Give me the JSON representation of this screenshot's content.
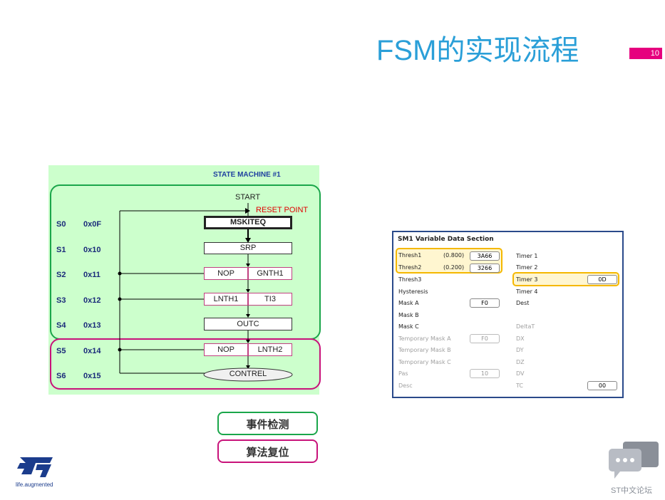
{
  "slide": {
    "title": "FSM的实现流程",
    "page_number": "10",
    "brand_tagline": "life.augmented",
    "forum_label": "ST中文论坛"
  },
  "state_machine": {
    "title": "STATE MACHINE #1",
    "start_label": "START",
    "reset_label": "RESET POINT",
    "states": [
      {
        "id": "S0",
        "addr": "0x0F"
      },
      {
        "id": "S1",
        "addr": "0x10"
      },
      {
        "id": "S2",
        "addr": "0x11"
      },
      {
        "id": "S3",
        "addr": "0x12"
      },
      {
        "id": "S4",
        "addr": "0x13"
      },
      {
        "id": "S5",
        "addr": "0x14"
      },
      {
        "id": "S6",
        "addr": "0x15"
      }
    ],
    "instructions": {
      "s0": "MSKITEQ",
      "s1": "SRP",
      "s2_a": "NOP",
      "s2_b": "GNTH1",
      "s3_a": "LNTH1",
      "s3_b": "TI3",
      "s4": "OUTC",
      "s5_a": "NOP",
      "s5_b": "LNTH2",
      "s6": "CONTREL"
    }
  },
  "data_section": {
    "title": "SM1 Variable Data Section",
    "left_labels": {
      "thresh1": "Thresh1",
      "thresh1_val": "(0.800)",
      "thresh1_hex": "3A66",
      "thresh2": "Thresh2",
      "thresh2_val": "(0.200)",
      "thresh2_hex": "3266",
      "thresh3": "Thresh3",
      "hysteresis": "Hysteresis",
      "mask_a": "Mask A",
      "mask_a_val": "F0",
      "mask_b": "Mask B",
      "mask_c": "Mask C",
      "tmask_a": "Temporary Mask A",
      "tmask_a_val": "F0",
      "tmask_b": "Temporary Mask B",
      "tmask_c": "Temporary Mask C",
      "pas": "Pas",
      "pas_val": "10",
      "desc": "Desc"
    },
    "right_labels": {
      "timer1": "Timer 1",
      "timer2": "Timer 2",
      "timer3": "Timer 3",
      "timer3_val": "0D",
      "timer4": "Timer 4",
      "dest": "Dest",
      "deltat": "DeltaT",
      "dx": "DX",
      "dy": "DY",
      "dz": "DZ",
      "dv": "DV",
      "tc": "TC",
      "tc_val": "00"
    }
  },
  "legend": {
    "green": "事件检测",
    "pink": "算法复位"
  },
  "colors": {
    "title": "#2a9fd8",
    "green": "#1aa64a",
    "pink": "#c8127a",
    "highlight": "#f5b800"
  }
}
